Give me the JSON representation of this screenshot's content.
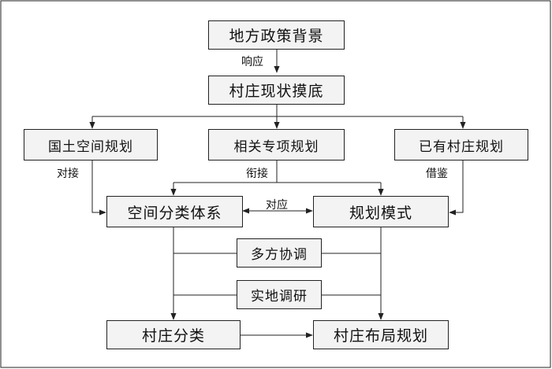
{
  "nodes": {
    "policy": "地方政策背景",
    "status": "村庄现状摸底",
    "land": "国土空间规划",
    "special": "相关专项规划",
    "existing": "已有村庄规划",
    "system": "空间分类体系",
    "mode": "规划模式",
    "coord": "多方协调",
    "survey": "实地调研",
    "classify": "村庄分类",
    "layout": "村庄布局规划"
  },
  "edges": {
    "respond": "响应",
    "align": "对接",
    "link": "衔接",
    "learn": "借鉴",
    "correspond": "对应"
  }
}
